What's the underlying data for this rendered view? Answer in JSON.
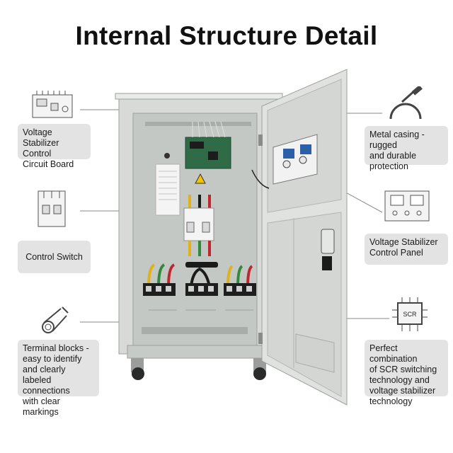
{
  "title": "Internal Structure Detail",
  "labels": {
    "circuit_board": "Voltage Stabilizer\nControl\nCircuit Board",
    "control_switch": "Control Switch",
    "terminal_blocks": "Terminal blocks -\neasy to identify\nand clearly\nlabeled connections\nwith clear markings",
    "metal_casing": "Metal casing - rugged\nand durable\nprotection",
    "control_panel": "Voltage Stabilizer\nControl Panel",
    "scr_technology": "Perfect combination\nof SCR switching\ntechnology and\nvoltage stabilizer\ntechnology"
  },
  "icons": {
    "circuit_board": "circuit-board-icon",
    "control_switch": "breaker-switch-icon",
    "terminal_blocks": "cable-icon",
    "metal_casing": "hammer-dome-icon",
    "control_panel": "meter-panel-icon",
    "scr": "scr-chip-icon"
  },
  "chip_text": "SCR",
  "colors": {
    "label_bg": "#e3e3e3",
    "cabinet": "#d9dcd9",
    "cabinet_dark": "#b9bdba",
    "wire_red": "#c0262c",
    "wire_yellow": "#e0b11a",
    "wire_green": "#2e8b3e",
    "wire_black": "#1b1b1b"
  }
}
